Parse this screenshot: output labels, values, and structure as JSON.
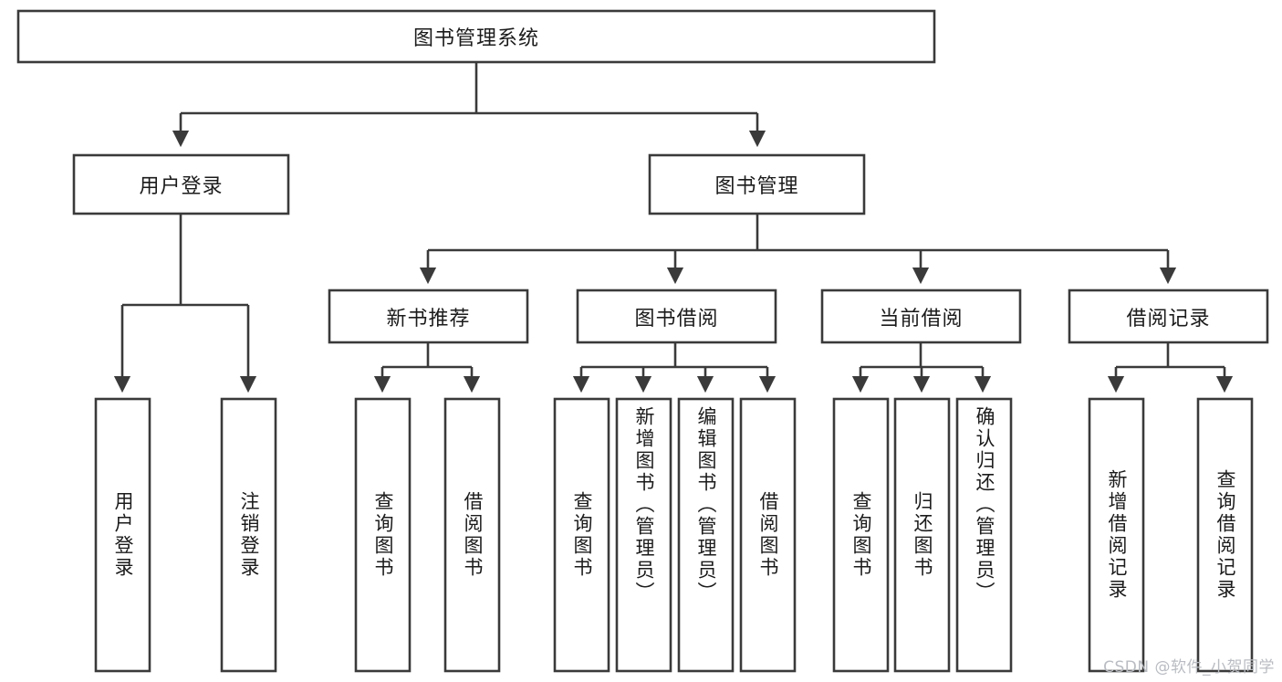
{
  "diagram": {
    "title": "图书管理系统",
    "type": "tree-hierarchy",
    "watermark": "CSDN @软件_小贺同学",
    "colors": {
      "box_stroke": "#3a3a3a",
      "box_fill": "#ffffff",
      "text": "#1b1b1b",
      "background": "#ffffff",
      "watermark": "#b9bcc2"
    },
    "root": {
      "label": "图书管理系统"
    },
    "level2": [
      {
        "label": "用户登录"
      },
      {
        "label": "图书管理"
      }
    ],
    "level3": [
      {
        "label": "新书推荐"
      },
      {
        "label": "图书借阅"
      },
      {
        "label": "当前借阅"
      },
      {
        "label": "借阅记录"
      }
    ],
    "leaves": {
      "user_login": [
        {
          "label": "用户登录"
        },
        {
          "label": "注销登录"
        }
      ],
      "new_book_recommend": [
        {
          "label": "查询图书"
        },
        {
          "label": "借阅图书"
        }
      ],
      "book_borrow": [
        {
          "label": "查询图书"
        },
        {
          "label": "新增图书（管理员）"
        },
        {
          "label": "编辑图书（管理员）"
        },
        {
          "label": "借阅图书"
        }
      ],
      "current_borrow": [
        {
          "label": "查询图书"
        },
        {
          "label": "归还图书"
        },
        {
          "label": "确认归还（管理员）"
        }
      ],
      "borrow_record": [
        {
          "label": "新增借阅记录"
        },
        {
          "label": "查询借阅记录"
        }
      ]
    }
  }
}
